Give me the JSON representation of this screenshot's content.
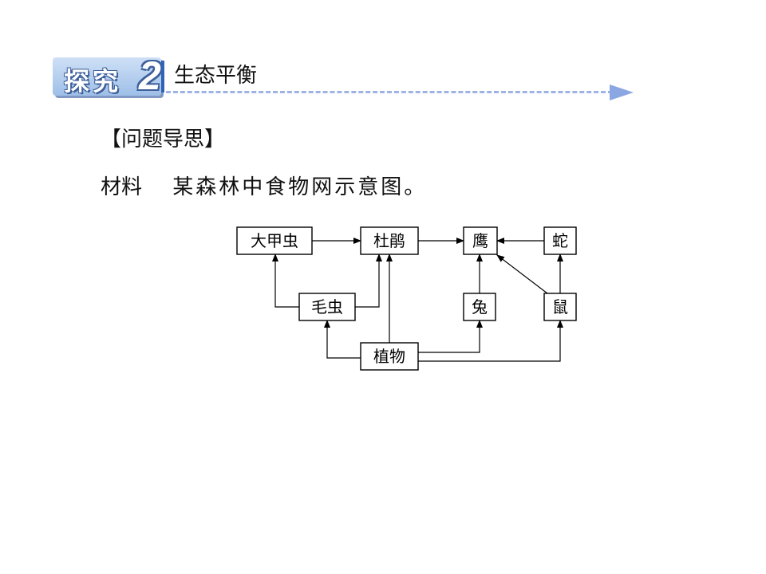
{
  "header": {
    "badge_text": "探究",
    "badge_number": "2",
    "section_title": "生态平衡"
  },
  "subheading": "【问题导思】",
  "material": {
    "label": "材料",
    "text": "某森林中食物网示意图。"
  },
  "food_web": {
    "nodes": [
      {
        "id": "beetle",
        "label": "大甲虫"
      },
      {
        "id": "cuckoo",
        "label": "杜鹃"
      },
      {
        "id": "eagle",
        "label": "鹰"
      },
      {
        "id": "snake",
        "label": "蛇"
      },
      {
        "id": "caterpillar",
        "label": "毛虫"
      },
      {
        "id": "rabbit",
        "label": "兔"
      },
      {
        "id": "mouse",
        "label": "鼠"
      },
      {
        "id": "plant",
        "label": "植物"
      }
    ],
    "edges": [
      {
        "from": "beetle",
        "to": "cuckoo"
      },
      {
        "from": "cuckoo",
        "to": "eagle"
      },
      {
        "from": "snake",
        "to": "eagle"
      },
      {
        "from": "caterpillar",
        "to": "beetle"
      },
      {
        "from": "caterpillar",
        "to": "cuckoo"
      },
      {
        "from": "plant",
        "to": "cuckoo"
      },
      {
        "from": "plant",
        "to": "caterpillar"
      },
      {
        "from": "rabbit",
        "to": "eagle"
      },
      {
        "from": "mouse",
        "to": "eagle"
      },
      {
        "from": "mouse",
        "to": "snake"
      },
      {
        "from": "plant",
        "to": "rabbit"
      },
      {
        "from": "plant",
        "to": "mouse"
      }
    ]
  }
}
